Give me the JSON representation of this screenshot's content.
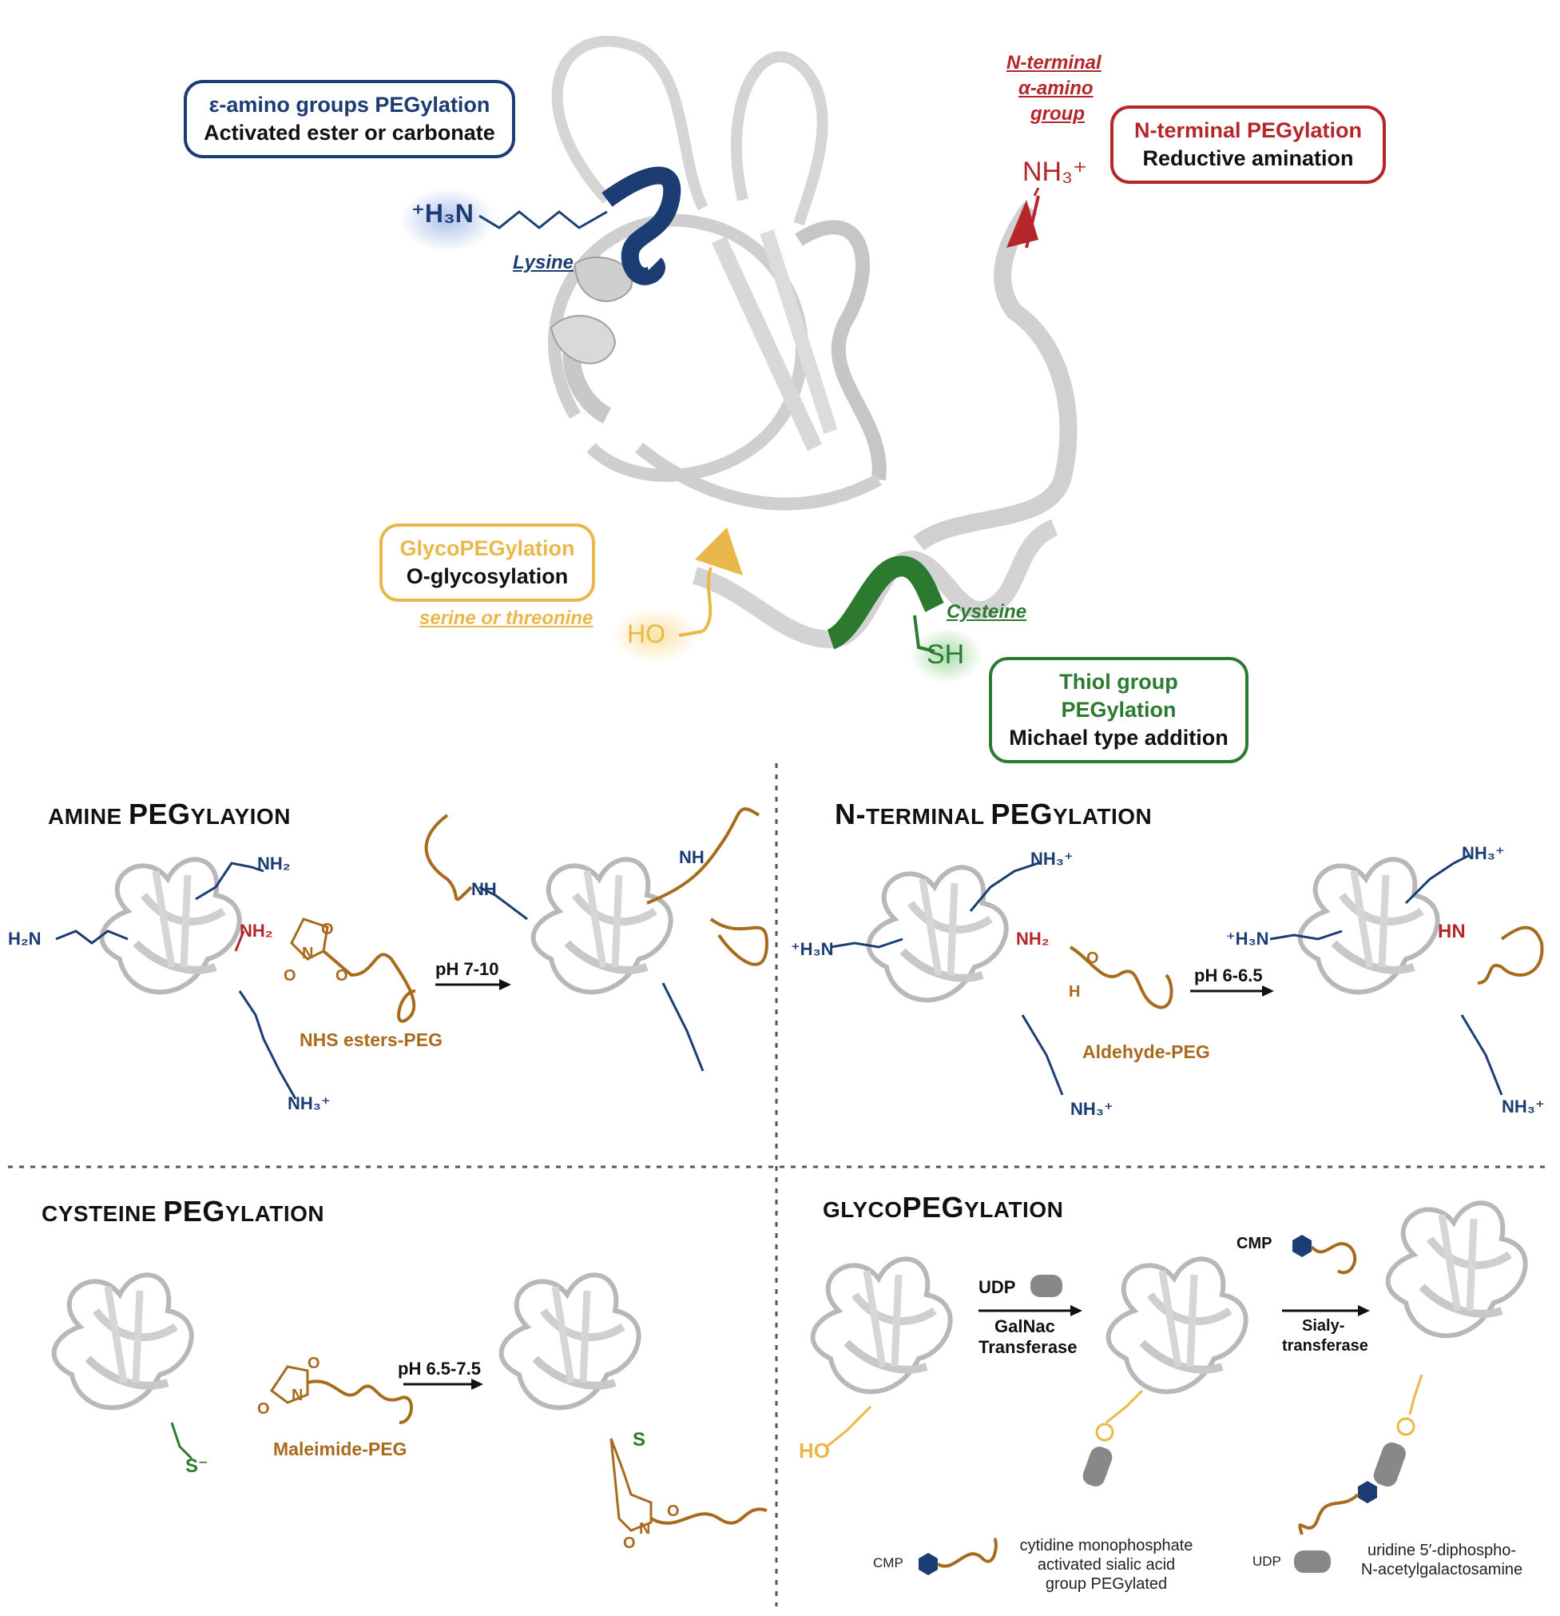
{
  "colors": {
    "lysine": "#1b3d73",
    "nterm": "#b5262a",
    "cysteine": "#2c7a2f",
    "glyco": "#eab84a",
    "peg": "#a86a1c",
    "ribbon": "#d2d2d2",
    "ribbon_edge": "#9a9a9a"
  },
  "top": {
    "lysine_box": {
      "line1": "ε-amino groups PEGylation",
      "line2": "Activated ester or carbonate"
    },
    "lysine_group": "⁺H₃N",
    "lysine_label": "Lysine",
    "nterm_label": [
      "N-terminal",
      "α-amino",
      "group"
    ],
    "nterm_box": {
      "line1": "N-terminal PEGylation",
      "line2": "Reductive amination"
    },
    "nterm_group": "NH₃⁺",
    "glyco_box": {
      "line1": "GlycoPEGylation",
      "line2": "O-glycosylation"
    },
    "glyco_label": "serine or threonine",
    "glyco_group": "HO",
    "cys_label": "Cysteine",
    "cys_group": "SH",
    "cys_box": {
      "line1": "Thiol group PEGylation",
      "line2": "Michael type addition"
    }
  },
  "panels": {
    "amine": {
      "title_pre": "AMINE ",
      "title_big": "PEG",
      "title_post": "YLAYION",
      "reagent": "NHS esters-PEG",
      "condition": "pH 7-10",
      "groups": {
        "a": "NH₂",
        "b": "H₂N",
        "c": "NH₂",
        "d": "NH₃⁺",
        "e": "NH",
        "f": "NH",
        "g": "O",
        "h": "O",
        "i": "N",
        "j": "O"
      }
    },
    "nterm": {
      "title_pre": "N-",
      "title_mid": "TERMINAL ",
      "title_big": "PEG",
      "title_post": "YLATION",
      "reagent": "Aldehyde-PEG",
      "condition": "pH 6-6.5",
      "groups": {
        "a": "NH₃⁺",
        "b": "⁺H₃N",
        "c": "NH₂",
        "d": "NH₃⁺",
        "e": "H",
        "f": "O",
        "g": "NH₃⁺",
        "h": "⁺H₃N",
        "i": "HN",
        "j": "NH₃⁺"
      }
    },
    "cys": {
      "title_pre": "CYSTEINE ",
      "title_big": "PEG",
      "title_post": "YLATION",
      "reagent": "Maleimide-PEG",
      "condition": "pH 6.5-7.5",
      "groups": {
        "a": "S⁻",
        "b": "S",
        "c": "N",
        "d": "O",
        "e": "O",
        "f": "N",
        "g": "O",
        "h": "O"
      }
    },
    "glyco": {
      "title_pre": "GLYCO",
      "title_big": "PEG",
      "title_post": "YLATION",
      "step1_reagent": "UDP",
      "step1_enzyme": [
        "GalNac",
        "Transferase"
      ],
      "step2_reagent": "CMP",
      "step2_enzyme": [
        "Sialy-",
        "transferase"
      ],
      "groups": {
        "a": "HO"
      }
    }
  },
  "legend": {
    "cmp_label": "CMP",
    "cmp_text": [
      "cytidine monophosphate",
      "activated sialic acid",
      "group PEGylated"
    ],
    "udp_label": "UDP",
    "udp_text": [
      "uridine 5′-diphospho-",
      "N-acetylgalactosamine"
    ]
  }
}
